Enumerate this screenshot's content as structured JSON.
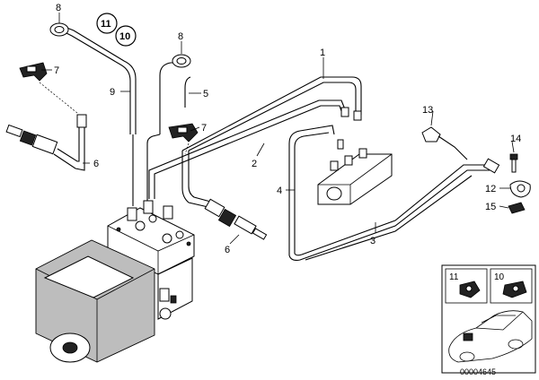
{
  "callouts": {
    "c1": "1",
    "c2": "2",
    "c3": "3",
    "c4": "4",
    "c5": "5",
    "c6a": "6",
    "c6b": "6",
    "c7a": "7",
    "c7b": "7",
    "c8a": "8",
    "c8b": "8",
    "c9": "9",
    "c11": "11",
    "c10": "10",
    "c12": "12",
    "c13": "13",
    "c14": "14",
    "c15": "15"
  },
  "inset": {
    "label11": "11",
    "label10": "10"
  },
  "part_number": "00004645"
}
